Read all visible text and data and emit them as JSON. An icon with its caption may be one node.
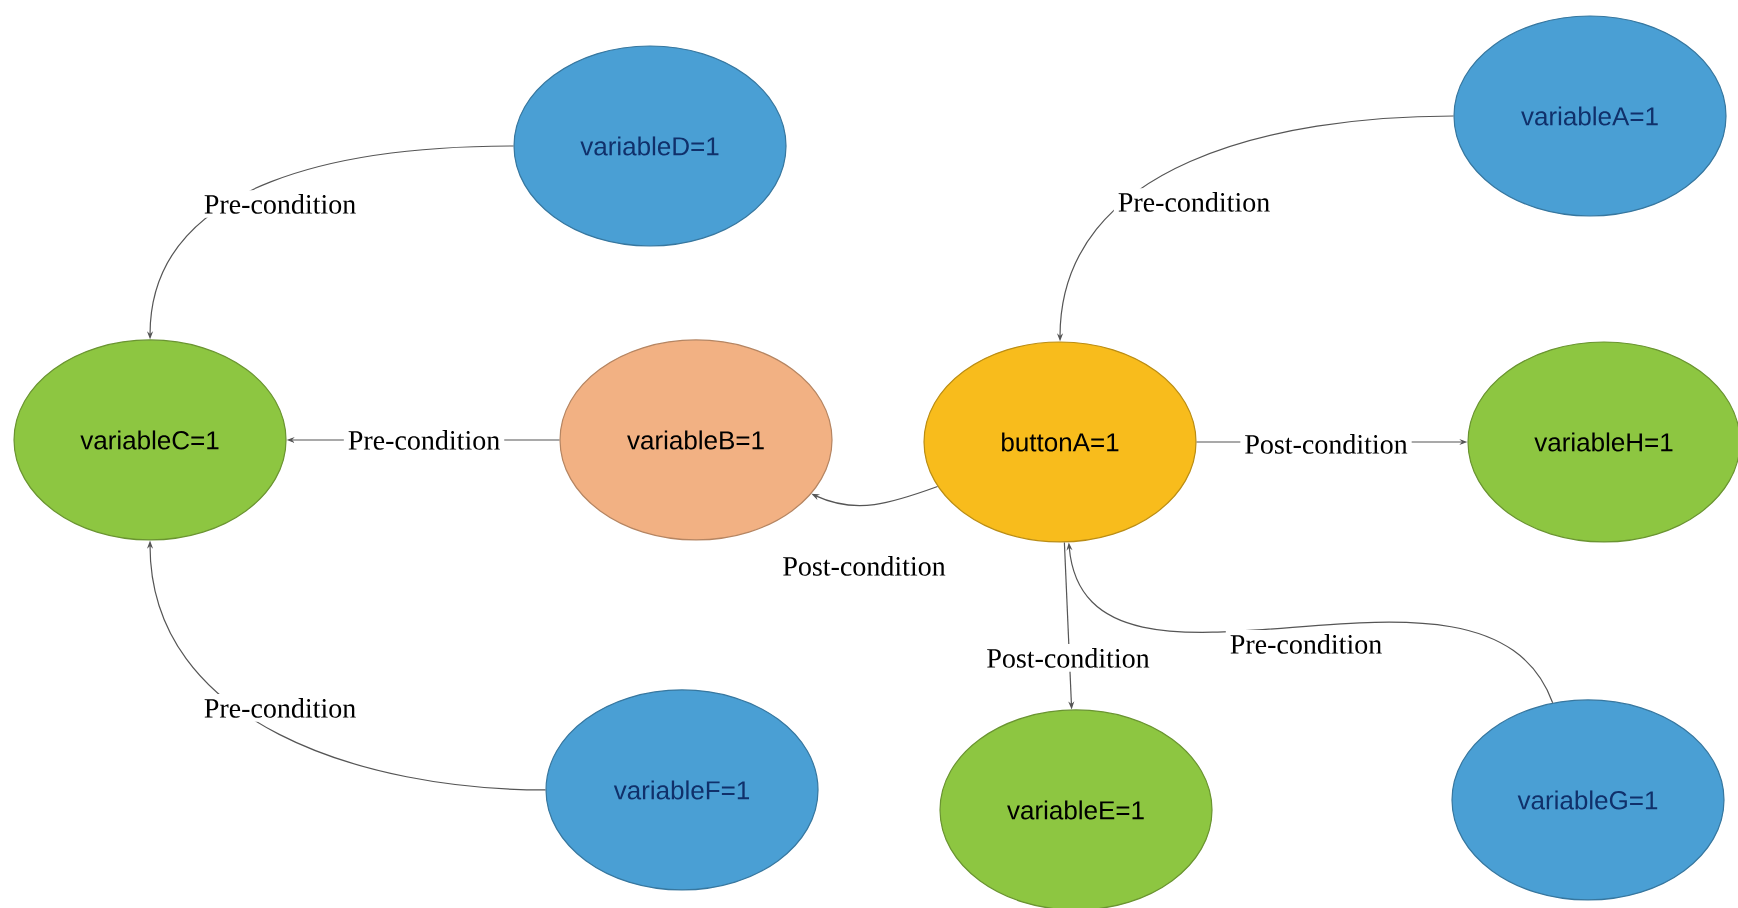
{
  "diagram": {
    "nodes": [
      {
        "text": [
          "variableD=1"
        ]
      },
      {
        "text": [
          "variableA=1"
        ]
      },
      {
        "text": [
          "variableC=1"
        ]
      },
      {
        "text": [
          "variableB=1"
        ]
      },
      {
        "text": [
          "buttonA=1"
        ]
      },
      {
        "text": [
          "variableH=1"
        ]
      },
      {
        "text": [
          "variableF=1"
        ]
      },
      {
        "text": [
          "variableE=1"
        ]
      },
      {
        "text": [
          "variableG=1"
        ]
      }
    ],
    "edges": [
      {
        "from": 0,
        "to": 2,
        "arrow": "to",
        "label": "Pre-condition"
      },
      {
        "from": 3,
        "to": 2,
        "arrow": "to",
        "label": "Pre-condition"
      },
      {
        "from": 4,
        "to": 3,
        "arrow": "to",
        "label": "Post-condition"
      },
      {
        "from": 1,
        "to": 4,
        "arrow": "to",
        "label": "Pre-condition"
      },
      {
        "from": 4,
        "to": 5,
        "arrow": "to",
        "label": "Post-condition"
      },
      {
        "from": 4,
        "to": 7,
        "arrow": "to",
        "label": "Post-condition"
      },
      {
        "from": 8,
        "to": 4,
        "arrow": "to",
        "label": "Pre-condition"
      },
      {
        "from": 6,
        "to": 2,
        "arrow": "to",
        "label": "Pre-condition"
      }
    ]
  }
}
